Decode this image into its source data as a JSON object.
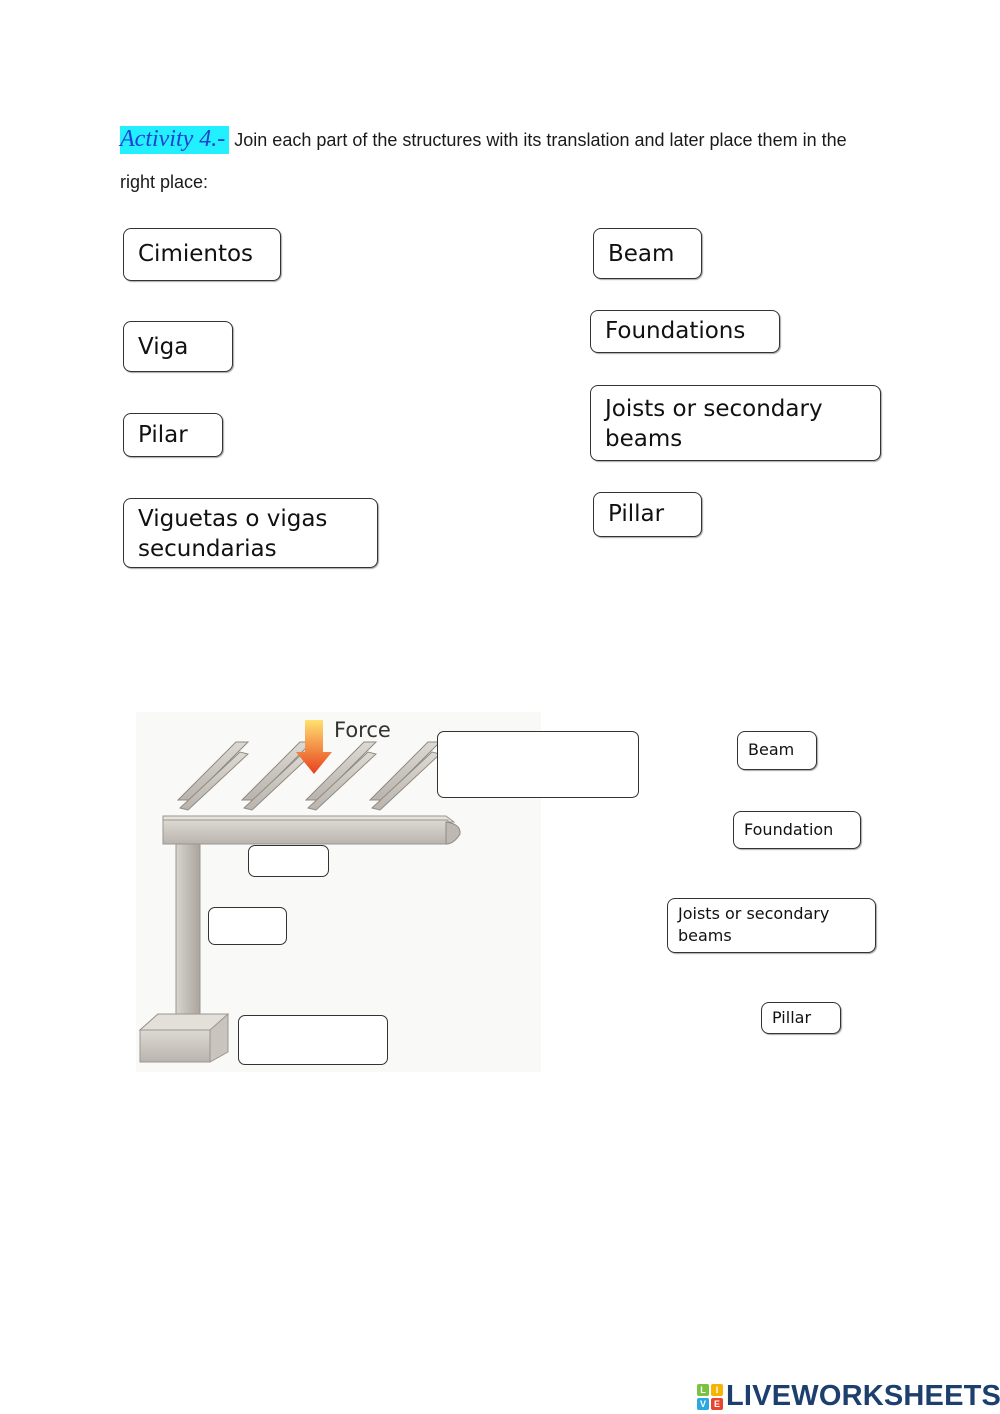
{
  "instructions": {
    "activity_label": "Activity 4.-",
    "text": " Join each part of the structures with its translation and later place them in the right place:"
  },
  "matching": {
    "spanish": [
      {
        "label": "Cimientos"
      },
      {
        "label": "Viga"
      },
      {
        "label": "Pilar"
      },
      {
        "label": "Viguetas o vigas secundarias"
      }
    ],
    "english": [
      {
        "label": "Beam"
      },
      {
        "label": "Foundations"
      },
      {
        "label": "Joists or secondary beams"
      },
      {
        "label": "Pillar"
      }
    ]
  },
  "diagram": {
    "force_label": "Force",
    "drop_zones": [
      {
        "target": "joists"
      },
      {
        "target": "beam"
      },
      {
        "target": "pillar"
      },
      {
        "target": "foundation"
      }
    ],
    "word_bank": [
      {
        "label": "Beam"
      },
      {
        "label": "Foundation"
      },
      {
        "label": "Joists or secondary beams"
      },
      {
        "label": "Pillar"
      }
    ]
  },
  "brand": {
    "logo_letters": [
      "L",
      "I",
      "V",
      "E"
    ],
    "logo_colors": [
      "#7cc242",
      "#f4b400",
      "#2aa8e0",
      "#e8452c"
    ],
    "name": "LIVEWORKSHEETS"
  }
}
